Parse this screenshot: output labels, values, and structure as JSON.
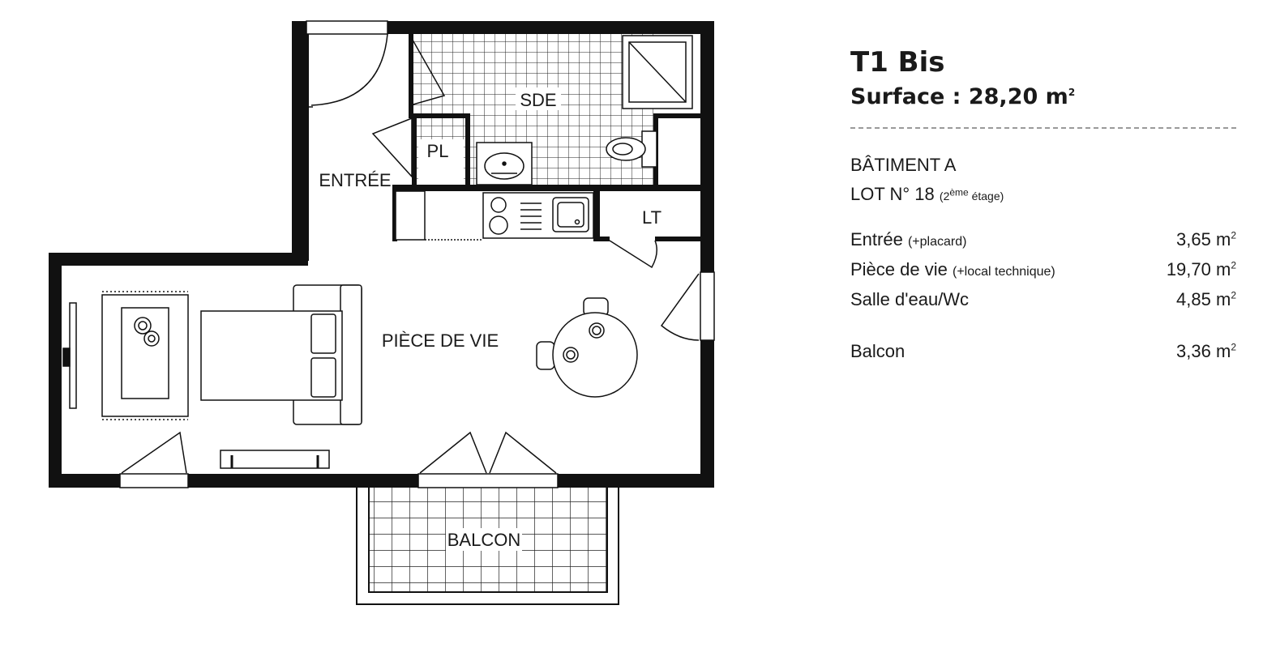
{
  "plan": {
    "rooms": {
      "sde": "SDE",
      "pl": "PL",
      "entree": "ENTRÉE",
      "lt": "LT",
      "piece_de_vie": "PIÈCE DE VIE",
      "balcon": "BALCON"
    }
  },
  "info": {
    "type": "T1 Bis",
    "surface_label": "Surface : 28,20 m",
    "surface_exp": "2",
    "building": "BÂTIMENT A",
    "lot": "LOT N° 18",
    "lot_floor_prefix": "(2",
    "lot_floor_sup": "ème",
    "lot_floor_suffix": " étage)",
    "unit_exp": "2",
    "areas": [
      {
        "name": "Entrée",
        "note": "(+placard)",
        "value": "3,65 m"
      },
      {
        "name": "Pièce de vie",
        "note": "(+local technique)",
        "value": "19,70 m"
      },
      {
        "name": "Salle d'eau/Wc",
        "note": "",
        "value": "4,85 m"
      }
    ],
    "balcony": {
      "name": "Balcon",
      "value": "3,36 m"
    }
  }
}
